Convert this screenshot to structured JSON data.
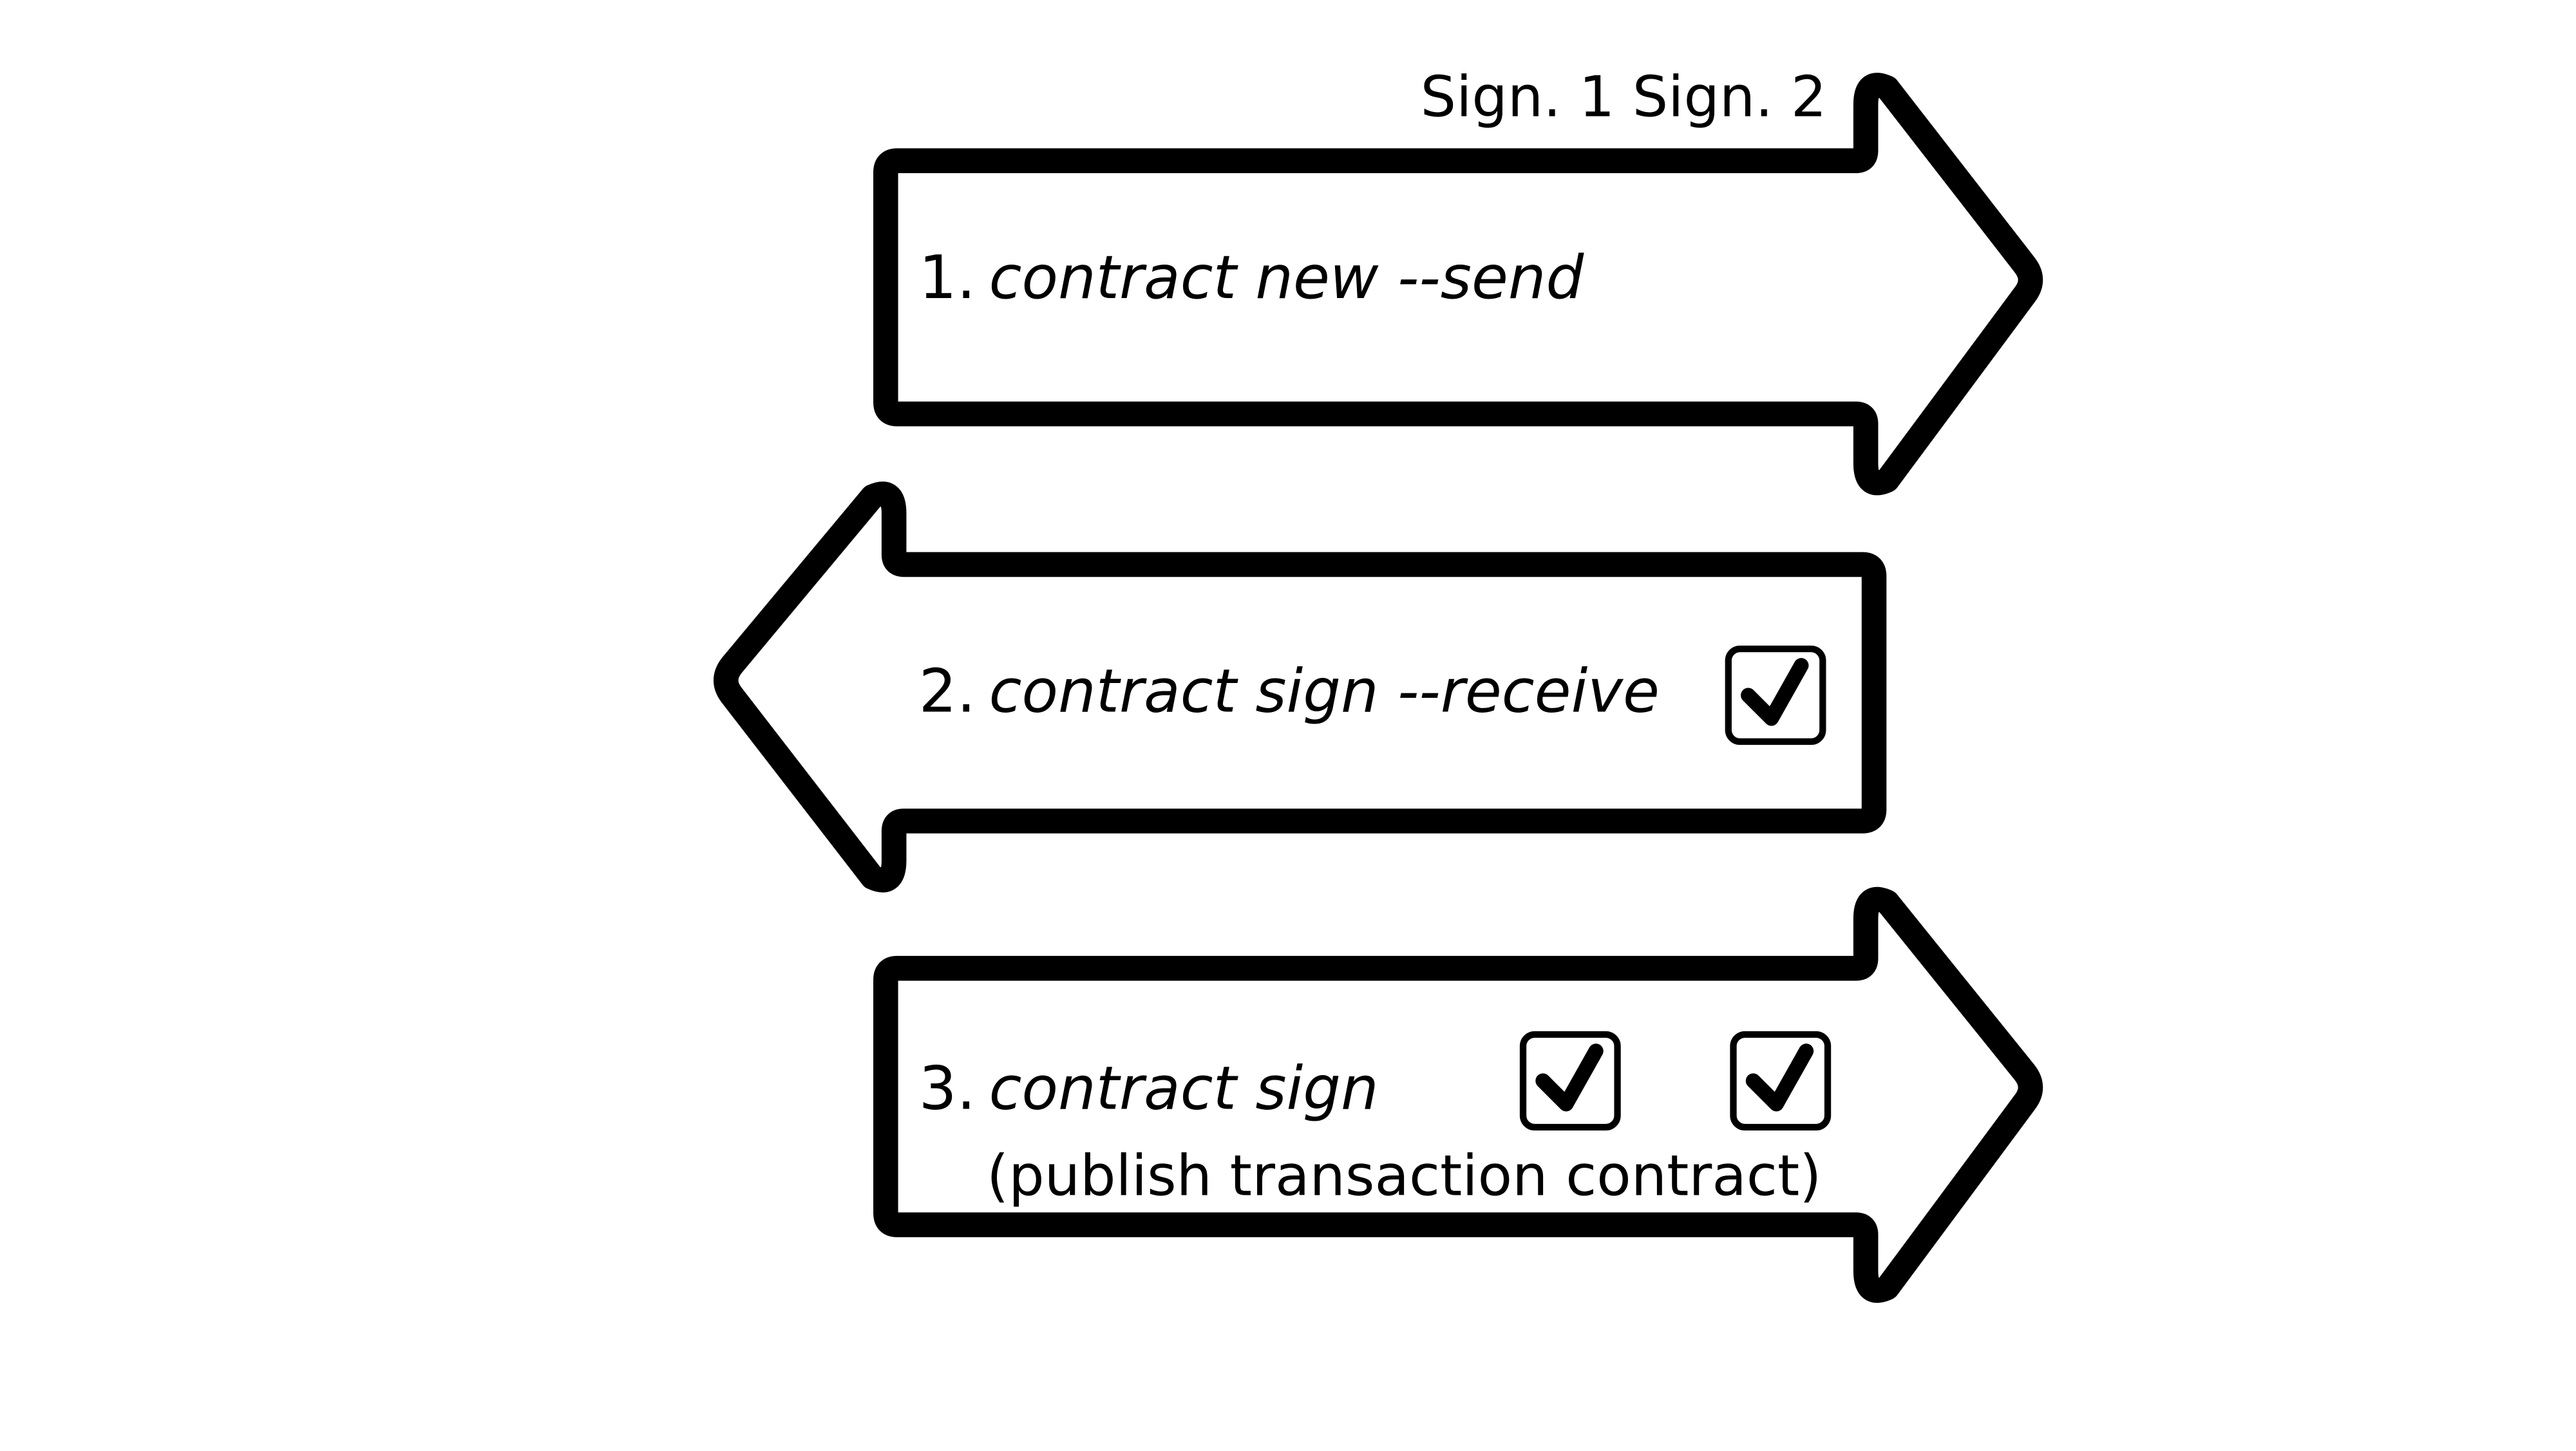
{
  "header": {
    "sign1": "Sign. 1",
    "sign2": "Sign. 2"
  },
  "steps": [
    {
      "number": "1.",
      "command": "contract new --send",
      "direction": "right",
      "sign1_checked": false,
      "sign2_checked": false
    },
    {
      "number": "2.",
      "command": "contract sign --receive",
      "direction": "left",
      "sign1_checked": false,
      "sign2_checked": true
    },
    {
      "number": "3.",
      "command": "contract sign",
      "note": "(publish transaction contract)",
      "direction": "right",
      "sign1_checked": true,
      "sign2_checked": true
    }
  ],
  "colors": {
    "stroke": "#000000",
    "fill": "#ffffff"
  }
}
